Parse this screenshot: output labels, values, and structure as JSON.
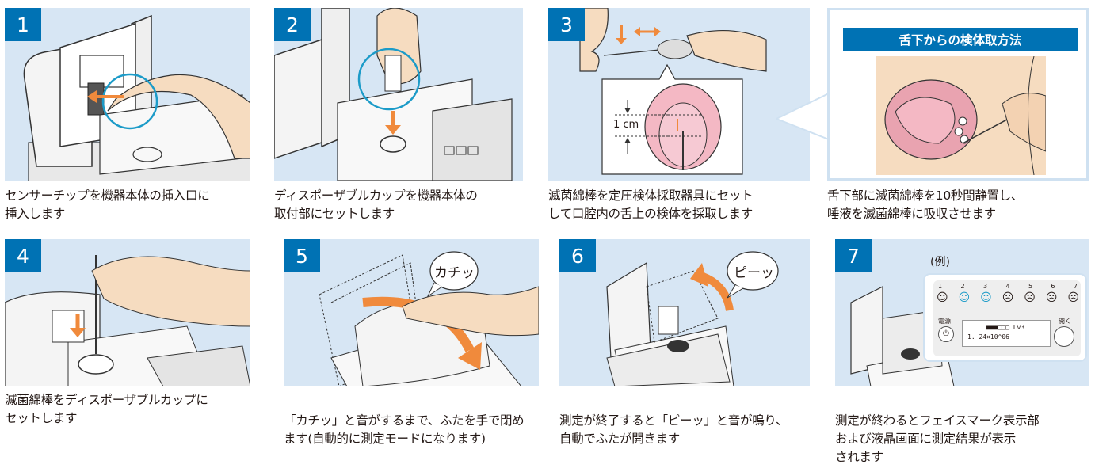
{
  "steps": [
    {
      "number": "1",
      "caption_line1": "センサーチップを機器本体の挿入口に",
      "caption_line2": "挿入します",
      "caption_line3": ""
    },
    {
      "number": "2",
      "caption_line1": "ディスポーザブルカップを機器本体の",
      "caption_line2": "取付部にセットします",
      "caption_line3": ""
    },
    {
      "number": "3",
      "caption_line1": "滅菌綿棒を定圧検体採取器具にセット",
      "caption_line2": "して口腔内の舌上の検体を採取します",
      "caption_line3": "",
      "measure_label": "1 cm"
    },
    {
      "number": "4",
      "caption_line1": "滅菌綿棒をディスポーザブルカップに",
      "caption_line2": "セットします",
      "caption_line3": ""
    },
    {
      "number": "5",
      "caption_line1": "「カチッ」と音がするまで、ふたを手で閉め",
      "caption_line2": "ます(自動的に測定モードになります)",
      "caption_line3": "",
      "sound_label": "カチッ"
    },
    {
      "number": "6",
      "caption_line1": "測定が終了すると「ピーッ」と音が鳴り、",
      "caption_line2": "自動でふたが開きます",
      "caption_line3": "",
      "sound_label": "ピーッ"
    },
    {
      "number": "7",
      "caption_line1": "測定が終わるとフェイスマーク表示部",
      "caption_line2": "および液晶画面に測定結果が表示",
      "caption_line3": "されます",
      "example_label": "(例)",
      "face_numbers": [
        "1",
        "2",
        "3",
        "4",
        "5",
        "6",
        "7"
      ],
      "power_label": "電源",
      "open_label": "開く",
      "lcd_level": "Lv3",
      "lcd_value": "1. 24×10^06"
    }
  ],
  "sublingual": {
    "title": "舌下からの検体取方法",
    "caption_line1": "舌下部に滅菌綿棒を10秒間静置し、",
    "caption_line2": "唾液を滅菌綿棒に吸収させます"
  },
  "device_panel_labels": {
    "open_short": "開く"
  },
  "colors": {
    "panel_bg": "#d7e6f4",
    "badge": "#0072b4",
    "arrow": "#f08a3c",
    "circle": "#1c9bc8",
    "skin": "#f6dcc0"
  }
}
